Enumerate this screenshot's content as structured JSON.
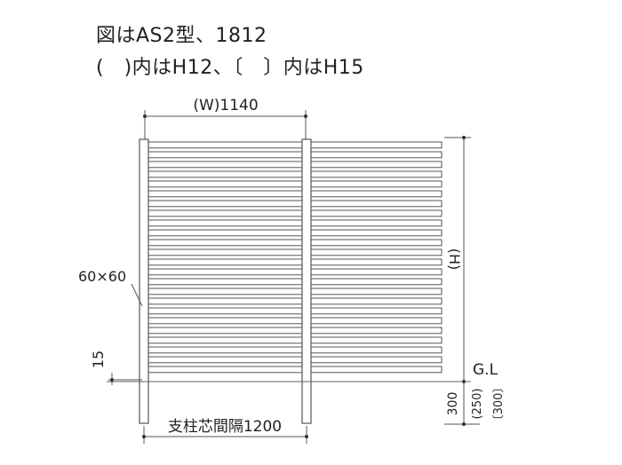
{
  "caption": {
    "line1": "図はAS2型、1812",
    "line2": "(　)内はH12、〔　〕内はH15"
  },
  "dims": {
    "width_label": "(W)1140",
    "height_label": "(H)",
    "post_size": "60×60",
    "gap_bottom": "15",
    "gl": "G.L",
    "depth_std": "300",
    "depth_h12": "(250)",
    "depth_h15": "〔300〕",
    "post_pitch": "支柱芯間隔1200"
  },
  "slat_count": 24,
  "colors": {
    "line": "#555555",
    "slat": "#444444"
  }
}
